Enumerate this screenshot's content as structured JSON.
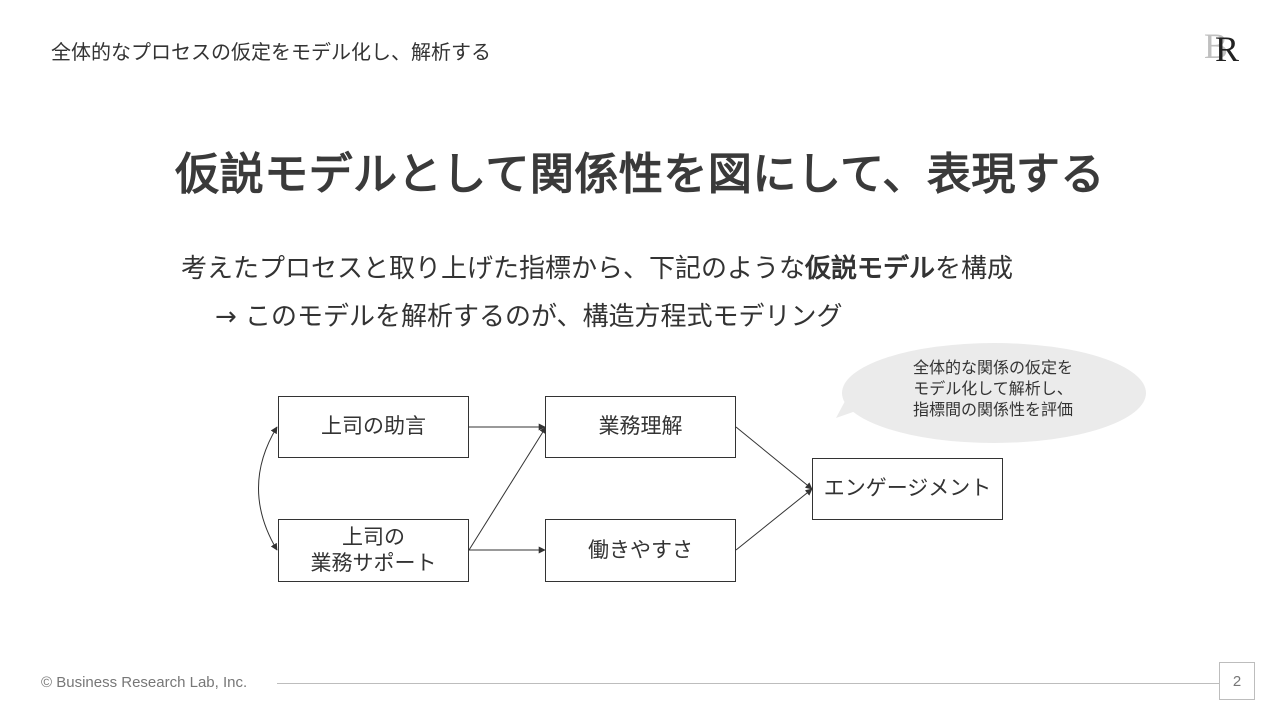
{
  "header": {
    "subtitle": "全体的なプロセスの仮定をモデル化し、解析する"
  },
  "title": "仮説モデルとして関係性を図にして、表現する",
  "body": {
    "line1_pre": "考えたプロセスと取り上げた指標から、下記のような",
    "line1_bold": "仮説モデル",
    "line1_post": "を構成",
    "line2": "→ このモデルを解析するのが、構造方程式モデリング"
  },
  "diagram": {
    "nodes": {
      "advice": "上司の助言",
      "support": "上司の\n業務サポート",
      "understanding": "業務理解",
      "ease": "働きやすさ",
      "engagement": "エンゲージメント"
    },
    "callout": "全体的な関係の仮定を\nモデル化して解析し、\n指標間の関係性を評価"
  },
  "footer": {
    "copyright": "© Business Research Lab, Inc.",
    "page": "2"
  }
}
